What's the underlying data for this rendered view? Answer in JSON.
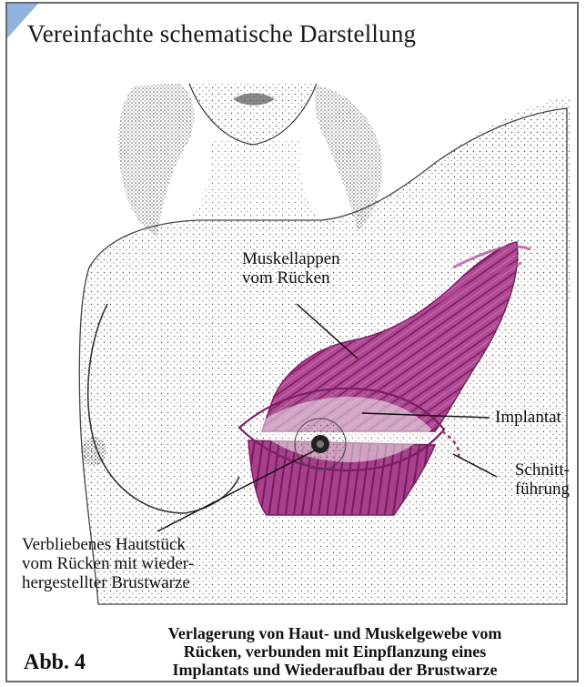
{
  "header": {
    "title": "Vereinfachte schematische Darstellung"
  },
  "labels": {
    "muscle_flap": [
      "Muskellappen",
      "vom Rücken"
    ],
    "implant": "Implantat",
    "incision": [
      "Schnitt-",
      "führung"
    ],
    "skin_piece": [
      "Verbliebenes Hautstück",
      "vom Rücken mit wieder-",
      "hergestellter Brustwarze"
    ]
  },
  "figure": {
    "number": "Abb. 4",
    "caption": [
      "Verlagerung von Haut- und Muskelgewebe vom",
      "Rücken, verbunden mit Einpflanzung eines",
      "Implantats und Wiederaufbau der Brustwarze"
    ]
  },
  "colors": {
    "accent": "#8fb3dd",
    "muscle": "#a0307f",
    "ink": "#1a1a1a",
    "frame": "#6a6a6a"
  }
}
